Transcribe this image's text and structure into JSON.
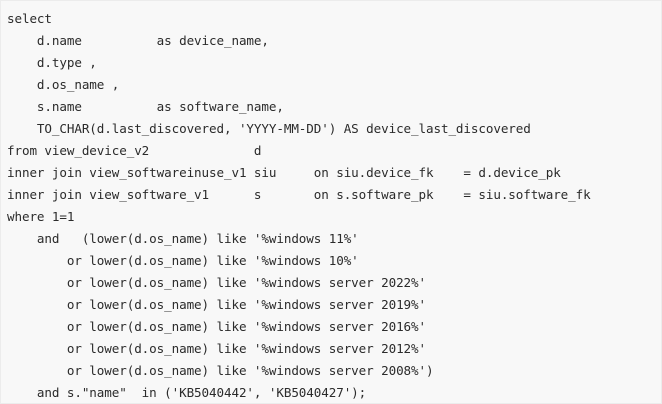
{
  "code": {
    "lines": [
      "select",
      "    d.name          as device_name,",
      "    d.type ,",
      "    d.os_name ,",
      "    s.name          as software_name,",
      "    TO_CHAR(d.last_discovered, 'YYYY-MM-DD') AS device_last_discovered",
      "from view_device_v2              d",
      "inner join view_softwareinuse_v1 siu     on siu.device_fk    = d.device_pk",
      "inner join view_software_v1      s       on s.software_pk    = siu.software_fk",
      "where 1=1",
      "    and   (lower(d.os_name) like '%windows 11%'",
      "        or lower(d.os_name) like '%windows 10%'",
      "        or lower(d.os_name) like '%windows server 2022%'",
      "        or lower(d.os_name) like '%windows server 2019%'",
      "        or lower(d.os_name) like '%windows server 2016%'",
      "        or lower(d.os_name) like '%windows server 2012%'",
      "        or lower(d.os_name) like '%windows server 2008%')",
      "    and s.\"name\"  in ('KB5040442', 'KB5040427');"
    ]
  }
}
